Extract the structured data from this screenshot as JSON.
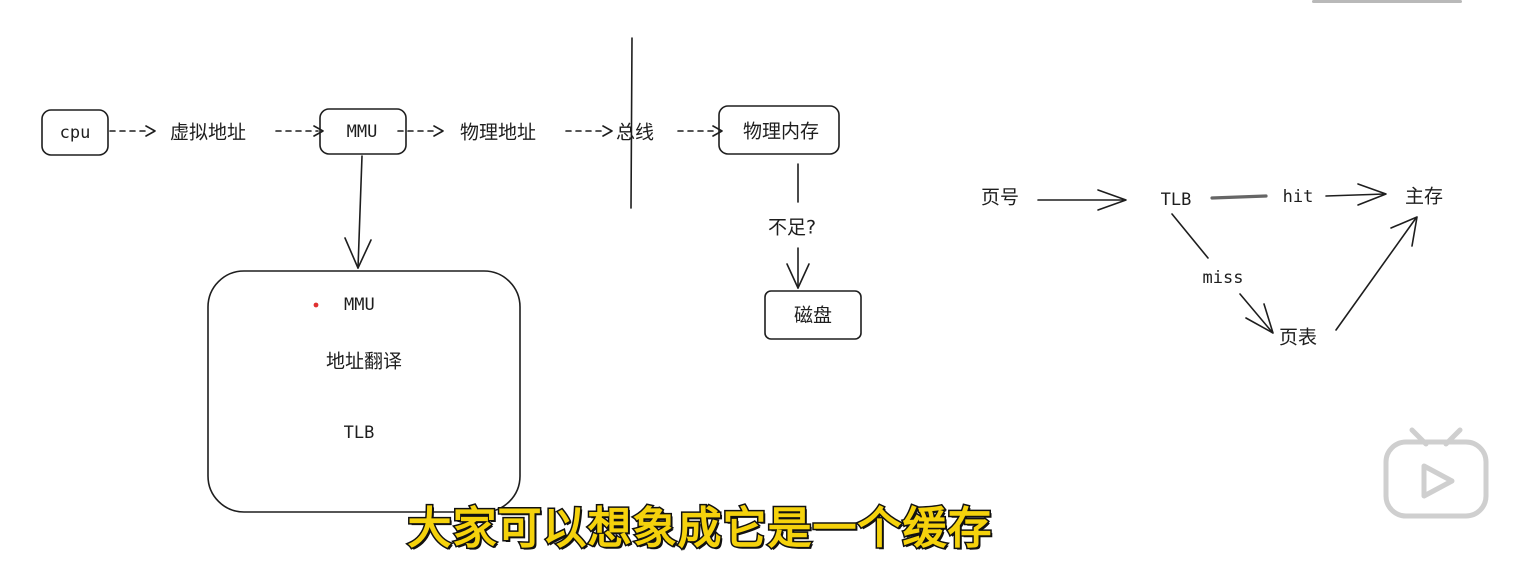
{
  "flow": {
    "cpu": "cpu",
    "virtual_address": "虚拟地址",
    "mmu": "MMU",
    "physical_address": "物理地址",
    "bus": "总线",
    "physical_memory": "物理内存",
    "insufficient": "不足?",
    "disk": "磁盘"
  },
  "mmu_detail": {
    "title": "MMU",
    "line1": "地址翻译",
    "line2": "TLB"
  },
  "tlb_flow": {
    "page_number": "页号",
    "tlb": "TLB",
    "hit": "hit",
    "main_memory": "主存",
    "miss": "miss",
    "page_table": "页表"
  },
  "subtitle": "大家可以想象成它是一个缓存",
  "colors": {
    "stroke": "#1e1e1e",
    "subtitle_fill": "#f5d20c",
    "subtitle_outline": "#111111",
    "bullet": "#e03131",
    "player_icon": "#cfcfcf"
  },
  "icons": {
    "player": "play-button-icon"
  }
}
